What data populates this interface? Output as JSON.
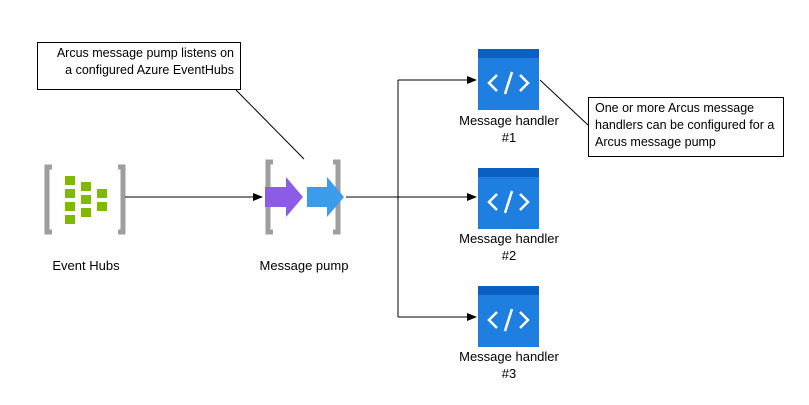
{
  "nodes": {
    "event_hubs": {
      "label": "Event Hubs"
    },
    "message_pump": {
      "label": "Message pump"
    },
    "handlers": [
      {
        "line1": "Message handler",
        "line2": "#1"
      },
      {
        "line1": "Message handler",
        "line2": "#2"
      },
      {
        "line1": "Message handler",
        "line2": "#3"
      }
    ]
  },
  "callouts": {
    "pump": {
      "line1": "Arcus message pump listens on",
      "line2": "a configured Azure EventHubs"
    },
    "handlers": {
      "line1": "One or more Arcus message",
      "line2": "handlers can be configured for a",
      "line3": "Arcus message pump"
    }
  },
  "colors": {
    "eventhub_green": "#7FBA00",
    "eventhub_bracket": "#9E9E9E",
    "pump_arrow_purple": "#8C5CE6",
    "pump_arrow_blue": "#3B9CEB",
    "handler_tile": "#1F7FE0",
    "handler_tile_top": "#0A5FC2"
  }
}
